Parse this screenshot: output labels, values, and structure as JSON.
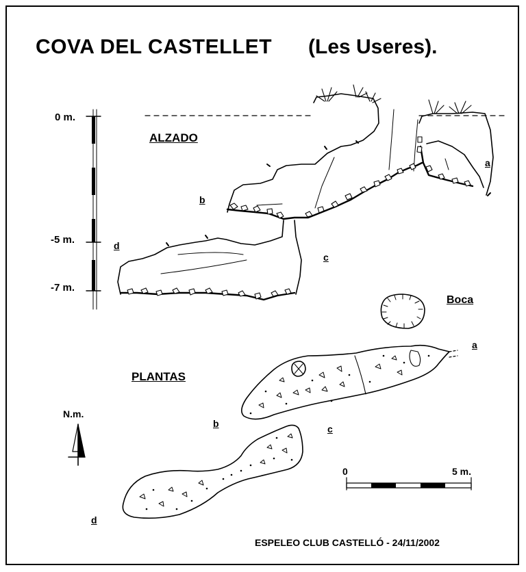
{
  "title": "COVA  DEL  CASTELLET",
  "subtitle": "(Les Useres).",
  "depth_scale": {
    "labels": [
      "0 m.",
      "-5 m.",
      "-7 m."
    ]
  },
  "sections": {
    "elevation": "ALZADO",
    "plan": "PLANTAS"
  },
  "points": {
    "elevation": {
      "a": "a",
      "b": "b",
      "c": "c",
      "d": "d"
    },
    "plan": {
      "a": "a",
      "b": "b",
      "c": "c",
      "d": "d"
    }
  },
  "entrance_label": "Boca",
  "north_label": "N.m.",
  "scale_bar": {
    "start": "0",
    "end": "5 m."
  },
  "credit": "ESPELEO CLUB CASTELLÓ   -   24/11/2002"
}
